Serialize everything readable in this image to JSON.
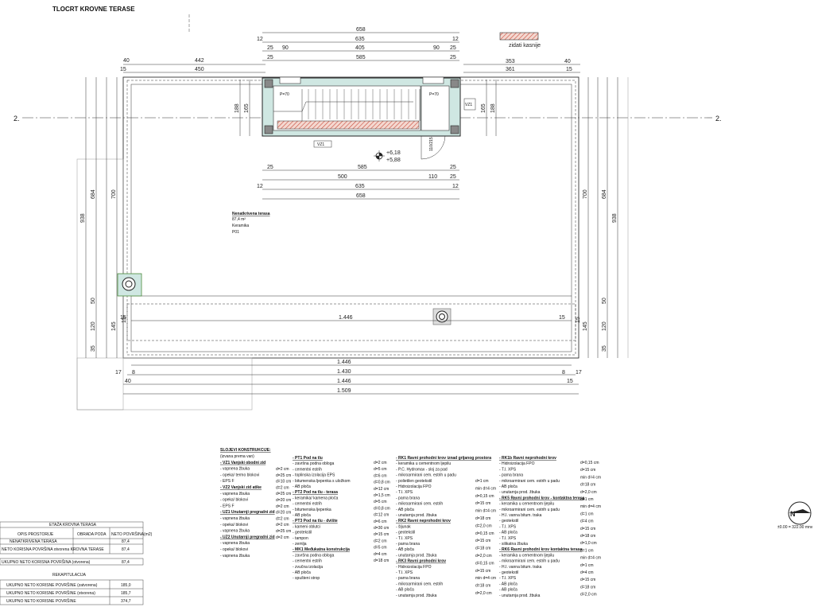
{
  "title": "TLOCRT KROVNE TERASE",
  "legend_note": "zidati kasnije",
  "section_marker": "2.",
  "scale_text": "±0.00 = 322.00 mnv",
  "levels": [
    "+6,18",
    "+5,88"
  ],
  "terrace": {
    "name": "Nenatkrivena terasa",
    "area": "87,4 m²",
    "finish": "Keramika",
    "code": "P01"
  },
  "labels": {
    "vz1": "VZ1",
    "vz1_side": "VZ1",
    "door": "P=70",
    "door2": "P=70",
    "door3": "110/215"
  },
  "dims_top": {
    "r1": "658",
    "r2": [
      "12",
      "635",
      "12"
    ],
    "r3": [
      "25",
      "90",
      "405",
      "90",
      "25"
    ],
    "r4": [
      "25",
      "585",
      "25"
    ],
    "r5_left": [
      "40",
      "442",
      "15",
      "450"
    ],
    "r5_right": [
      "353",
      "40",
      "361",
      "15"
    ]
  },
  "dims_mid": {
    "r1": [
      "25",
      "585",
      "25"
    ],
    "r2": [
      "500",
      "110",
      "25"
    ],
    "r3": [
      "12",
      "635",
      "12"
    ],
    "r4": "658"
  },
  "dims_bottom": {
    "r1": "1.446",
    "r2": [
      "17",
      "8",
      "1.430",
      "8",
      "17"
    ],
    "r3": [
      "40",
      "1.446",
      "15"
    ],
    "r4": "1.509"
  },
  "dims_left": [
    "938",
    "684",
    "700",
    "50",
    "120",
    "145",
    "35",
    "15"
  ],
  "dims_right": [
    "700",
    "684",
    "938",
    "50",
    "120",
    "145",
    "35",
    "15"
  ],
  "dims_inner_left": [
    "188",
    "165"
  ],
  "dims_inner_right": [
    "165",
    "188"
  ],
  "inner_dim": "1.446",
  "inner_dim2": "15",
  "compositions": {
    "heading": "SLOJEVI KONSTRUKCIJE:",
    "col1": [
      "(izvana prema van)",
      "- VZ1 Vanjski obodni zid",
      "- vapnena žbuka",
      "- opeka/ termo blokovi",
      "- EPS F",
      "- VZ2 Vanjski zid atike",
      "- vapnena žbuka",
      "- opeka/ blokovi",
      "- EPS F",
      "- UZ1 Unutarnji pregradni zid",
      "- vapnena žbuka",
      "- opeka/ blokovi",
      "- vapnena žbuka",
      "- UZ2 Unutarnji pregradni zid",
      "- vapnena žbuka",
      "- opeka/ blokovi",
      "- vapnena žbuka"
    ],
    "col1_d": [
      "d=2 cm",
      "d=25 cm",
      "d=10 cm",
      "d=2 cm",
      "d=25 cm",
      "d=20 cm",
      "d=2 cm",
      "d=20 cm",
      "d=2 cm",
      "d=2 cm",
      "d=25 cm",
      "d=2 cm"
    ],
    "col2": [
      "- PT1 Pod na tlu",
      "- završna podna obloga",
      "- cementni estrih",
      "- toplinska izolacija EPS",
      "- bitumenska ljepenka s uložkom",
      "- AB ploča",
      "- PT2 Pod na tlu - terasa",
      "- keramika/ kamena ploča",
      "- cementni estrih",
      "- bitumenska ljepenka",
      "- AB ploča",
      "- PT3 Pod na tlu - dvište",
      "- kameni oblutci",
      "- geotekstil",
      "- tampon",
      "- zemlja",
      "- MK1 Međukatna konstrukcija",
      "- završna podna obloga",
      "- cementni estrih",
      "- zvučna izolacija",
      "- AB ploča",
      "- spušteni strop"
    ],
    "col2_d": [
      "d=2 cm",
      "d=5 cm",
      "d=6 cm",
      "d=0,8 cm",
      "d=12 cm",
      "d=1,5 cm",
      "d=5 cm",
      "d=0,8 cm",
      "d=12 cm",
      "d=6 cm",
      "d=30 cm",
      "d=15 cm",
      "d=2 cm",
      "d=5 cm",
      "d=4 cm",
      "d=18 cm"
    ],
    "col3": [
      "- RK1 Ravni prohodni krov iznad grijanog prostora",
      "- keramika u cementnom ljepilu",
      "- P.C. Hydromax - sloj za pad",
      "- mikroarmirani cem. estrih u padu",
      "- polietilen geotekstil",
      "- Hidroizolacija FPO",
      "- T.I. XPS",
      "- parna brana",
      "- mikroarmirani cem. estrih",
      "- AB ploča",
      "- unutarnja prod. žbuka",
      "- RK2 Ravni neprohodni krov",
      "- šljunak",
      "- geotekstil",
      "- T.I. XPS",
      "- parna brana",
      "- AB ploča",
      "- unutarnja prod. žbuka",
      "- RK3 Ravni prohodni krov",
      "- Hidroizolacija FPO",
      "- T.I. XPS",
      "- parna brana",
      "- mikroarmirani cem. estrih",
      "- AB ploča",
      "- unutarnja prod. žbuka"
    ],
    "col3_d": [
      "d=1 cm",
      "min d=4 cm",
      "d=0,15 cm",
      "d=15 cm",
      "min d=4 cm",
      "d=18 cm",
      "d=2,0 cm",
      "d=0,15 cm",
      "d=15 cm",
      "d=18 cm",
      "d=2,0 cm",
      "d=0,15 cm",
      "d=15 cm",
      "min d=4 cm",
      "d=18 cm",
      "d=2,0 cm"
    ],
    "col4": [
      "- RK1b Ravni neprohodni krov",
      "- Hidroizolacija FPO",
      "- T.I. XPS",
      "- parna brana",
      "- mikroarmirani cem. estrih u padu",
      "- AB ploča",
      "- unutarnja prod. žbuka",
      "- RK5 Ravni prohodni krov - kontaktna terasa",
      "- keramika u cementnom ljepilu",
      "- mikroarmirani cem. estrih u padu",
      "- H.I. vanna bitum. traka",
      "- geotekstil",
      "- T.I. XPS",
      "- AB ploča",
      "- T.I. XPS",
      "- silikatna žbuka",
      "- RK6 Ravni prohodni krov kontaktna terasa",
      "- keramika u cementnom ljepilu",
      "- mikroarmirani cem. estrih u padu",
      "- H.I. vanna bitum. traka",
      "- geotekstil",
      "- T.I. XPS",
      "- AB ploča",
      "- AB ploča",
      "- unutarnja prod. žbuka"
    ],
    "col4_d": [
      "d=0,15 cm",
      "d=15 cm",
      "min d=4 cm",
      "d=18 cm",
      "d=2,0 cm",
      "d=1 cm",
      "min d=4 cm",
      "d=1 cm",
      "d=4 cm",
      "d=15 cm",
      "d=18 cm",
      "d=1,0 cm",
      "d=1 cm",
      "min d=4 cm",
      "d=1 cm",
      "d=4 cm",
      "d=15 cm",
      "d=18 cm",
      "d=2,0 cm"
    ]
  },
  "area_table": {
    "title": "ETAŽA KROVNA TERASA",
    "headers": [
      "OPIS PROSTORIJE",
      "OBRADA PODA",
      "NETO POVRŠINA(m2)"
    ],
    "rows": [
      [
        "NENATKRIVENA TERASA",
        "",
        "87,4"
      ],
      [
        "NETO KORISNA POVRŠINA otvorena KROVNA TERASE",
        "",
        "87,4"
      ]
    ],
    "total_label": "UKUPNO NETO KORISNA POVRŠINA (otvorena)",
    "total_value": "87,4",
    "recap_title": "REKAPITULACIJA",
    "recap": [
      [
        "UKUPNO NETO KORISNE POVRŠINE (zatvorena)",
        "185,0"
      ],
      [
        "UKUPNO NETO KORISNE POVRŠINE (otvorena)",
        "185,7"
      ],
      [
        "UKUPNO NETO KORISNE POVRŠINE",
        "374,7"
      ]
    ]
  }
}
